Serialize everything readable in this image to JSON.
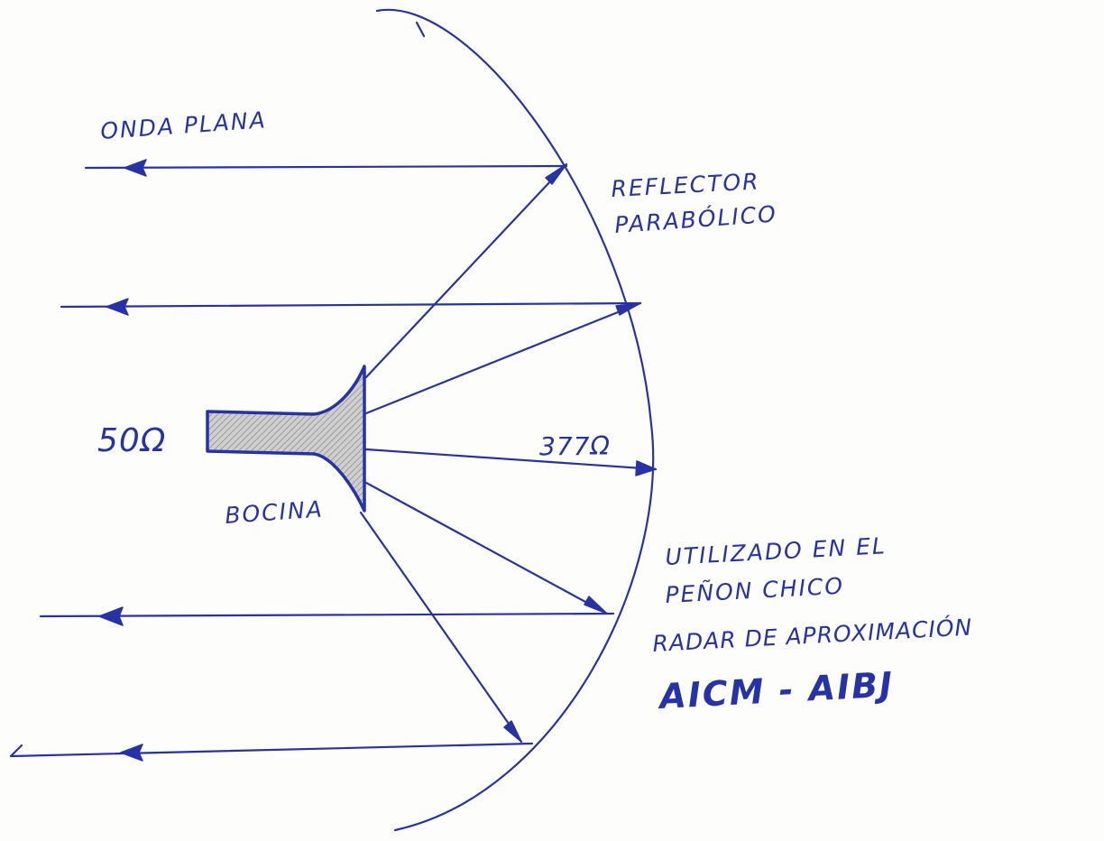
{
  "ink_color": "#2633a6",
  "paper_color": "#fdfdfb",
  "labels": {
    "plane_wave": "ONDA PLANA",
    "reflector_line1": "REFLECTOR",
    "reflector_line2": "PARABÓLICO",
    "impedance_feed": "50Ω",
    "impedance_free_space": "377Ω",
    "horn": "BOCINA",
    "usage_line1": "UTILIZADO EN EL",
    "usage_line2": "PEÑON CHICO",
    "usage_line3": "RADAR DE APROXIMACIÓN",
    "usage_line4": "AICM - AIBJ"
  }
}
